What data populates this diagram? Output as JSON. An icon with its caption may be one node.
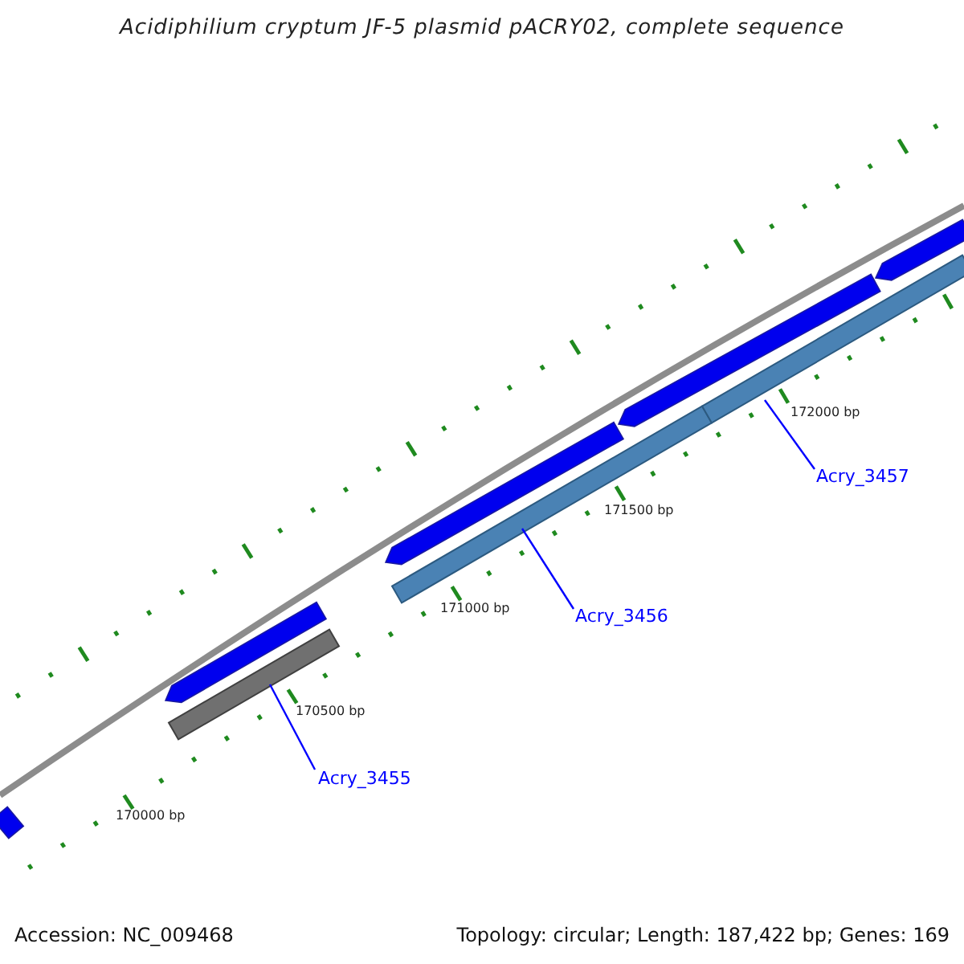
{
  "diagram": {
    "title": "Acidiphilium cryptum JF-5 plasmid pACRY02, complete sequence",
    "nodes": [
      {
        "text": [
          "Acry_3455"
        ]
      },
      {
        "text": [],
        "shape": "bar"
      },
      {
        "text": [
          "Acry_3456"
        ]
      },
      {
        "text": [],
        "shape": "bar"
      },
      {
        "text": [
          "Acry_3457"
        ]
      },
      {
        "text": [],
        "shape": "bar"
      }
    ],
    "edges": [
      {
        "from": 0,
        "to": 1,
        "arrow": "none"
      },
      {
        "from": 2,
        "to": 3,
        "arrow": "none"
      },
      {
        "from": 4,
        "to": 5,
        "arrow": "none"
      }
    ],
    "labels": [
      "172000 bp",
      "171500 bp",
      "171000 bp",
      "170500 bp",
      "170000 bp",
      "Accession: NC_009468",
      "Topology: circular; Length: 187,422 bp; Genes: 169"
    ]
  }
}
